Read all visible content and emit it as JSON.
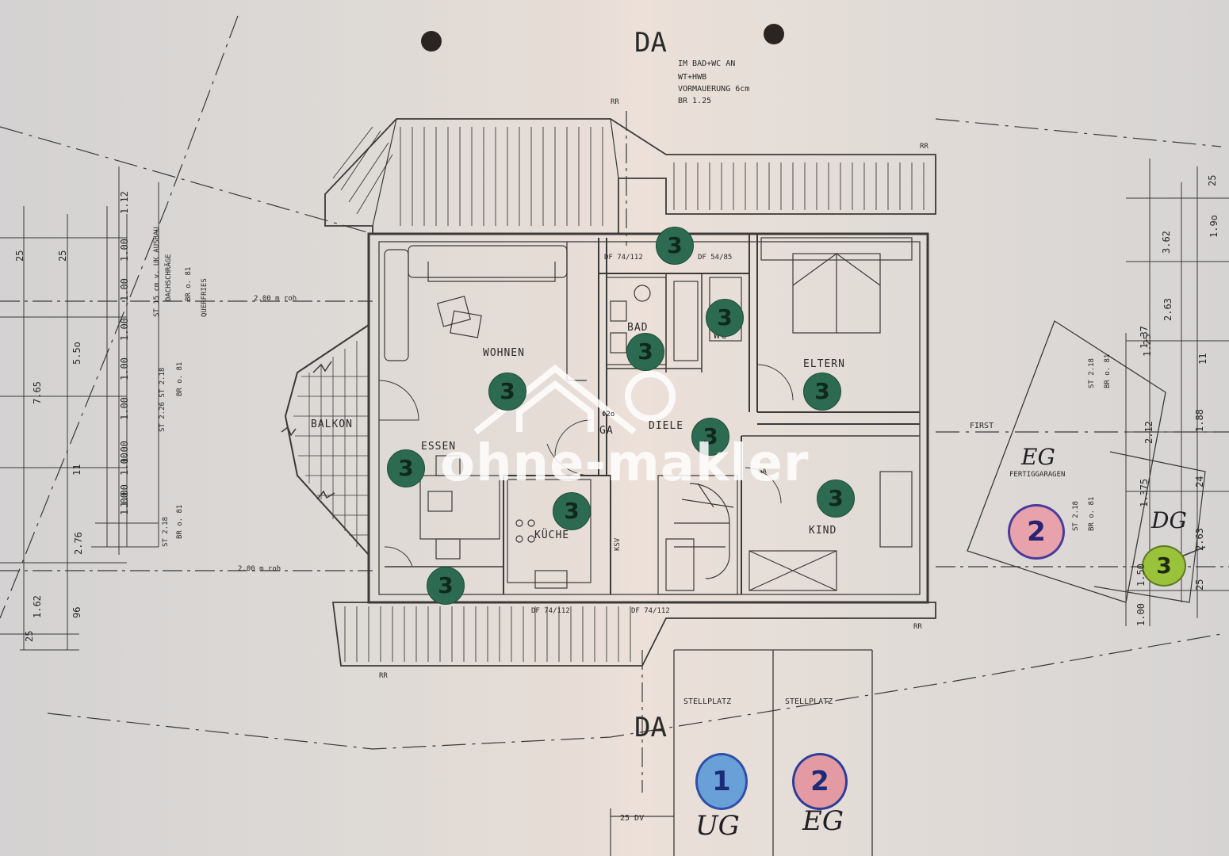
{
  "plan": {
    "notes": {
      "da_top": "DA",
      "bath_note_1": "IM BAD+WC AN",
      "bath_note_2": "WT+HWB",
      "bath_note_3": "VORMAUERUNG 6cm",
      "bath_note_4": "BR 1.25",
      "rr_top": "RR",
      "rr_right": "RR",
      "rr_bottom_right": "RR",
      "rr_bottom_left": "RR",
      "df_1": "DF 74/112",
      "df_2": "DF 54/85",
      "df_3": "DF 74/112",
      "df_4": "DF 74/112",
      "roh_1": "2.00 m roh",
      "roh_2": "2.00 m roh",
      "da_bottom": "DA",
      "dv": "25 DV",
      "first": "FIRST",
      "garage_1": "FERTIGGARAGEN",
      "left_note_1": "ST 15 cm v. UK AUSBAU",
      "left_note_2": "DACHSCHRÄGE",
      "left_note_3": "BR o. 81",
      "left_note_4": "QUERFRIES",
      "left_note_5": "ST 2.26 ST 2.18",
      "left_note_6": "BR o. 81",
      "left_note_7": "ST 2.18",
      "left_note_8": "BR o. 81",
      "right_note_1": "ST 2.18",
      "right_note_2": "BR o. 81",
      "right_note_3": "ST 2.18",
      "right_note_4": "BR o. 81",
      "phi": "Φ2o",
      "ksv": "KSV",
      "ga2": "GA"
    },
    "rooms": {
      "wohnen": "WOHNEN",
      "essen": "ESSEN",
      "balkon": "BALKON",
      "kueche": "KÜCHE",
      "bad": "BAD",
      "wc": "WC",
      "eltern": "ELTERN",
      "diele": "DIELE",
      "kind": "KIND",
      "ga": "GA",
      "stellplatz_1": "STELLPLATZ",
      "stellplatz_2": "STELLPLATZ"
    },
    "dimensions_left": [
      "25",
      "25",
      "1.12",
      "1.00",
      "1.00",
      "1.00",
      "1.00",
      "1.00",
      "1.00",
      "7.65",
      "5.5o",
      "11",
      "2.76",
      "1.62",
      "96",
      "25",
      "1.00",
      "1.00",
      "1.00"
    ],
    "dimensions_right": [
      "25",
      "1.9o",
      "3.62",
      "2.63",
      "1.88",
      "24",
      "2.63",
      "25",
      "1.50",
      "1.00",
      "11",
      "2.12",
      "1.375",
      "1.25",
      "1.37"
    ],
    "markers": {
      "green_value": "3",
      "blue_label": "1",
      "pink_label": "2",
      "lime_label": "3"
    },
    "handwriting": {
      "ug": "UG",
      "eg_parking": "EG",
      "eg_garage": "EG",
      "dg": "DG"
    },
    "watermark": "ohne-makler"
  }
}
